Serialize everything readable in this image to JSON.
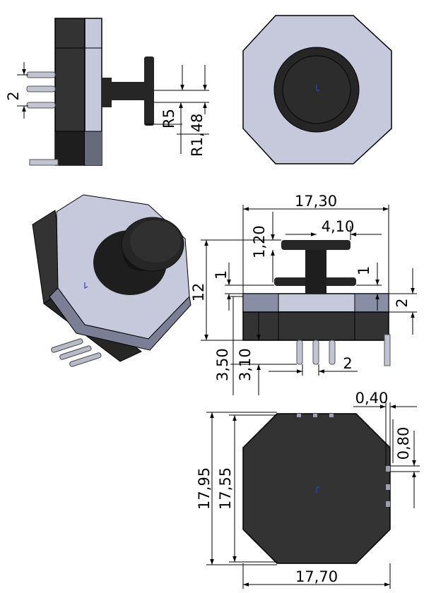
{
  "drawing": {
    "views": {
      "side": {
        "dim_pin_pitch": "2",
        "dim_radius_knob": "R5",
        "dim_radius_fillet": "R1,48"
      },
      "front": {
        "dim_overall_width": "17,30",
        "dim_knob_thickness": "4,10",
        "dim_flange": "1,20",
        "dim_knob_height": "12",
        "dim_gap_left": "1",
        "dim_gap_right": "1",
        "dim_plate": "2",
        "dim_pin_length": "3,50",
        "dim_pin_inner": "3,10",
        "dim_pin_pitch": "2"
      },
      "bottom": {
        "dim_height_outer": "17,95",
        "dim_height_inner": "17,55",
        "dim_width": "17,70",
        "dim_tab_offset": "0,40",
        "dim_tab_size": "0,80"
      }
    },
    "colors": {
      "body_dark": "#333333",
      "plate_light": "#c6c8dc",
      "knob": "#262626",
      "pin": "#c2c4d2"
    }
  }
}
